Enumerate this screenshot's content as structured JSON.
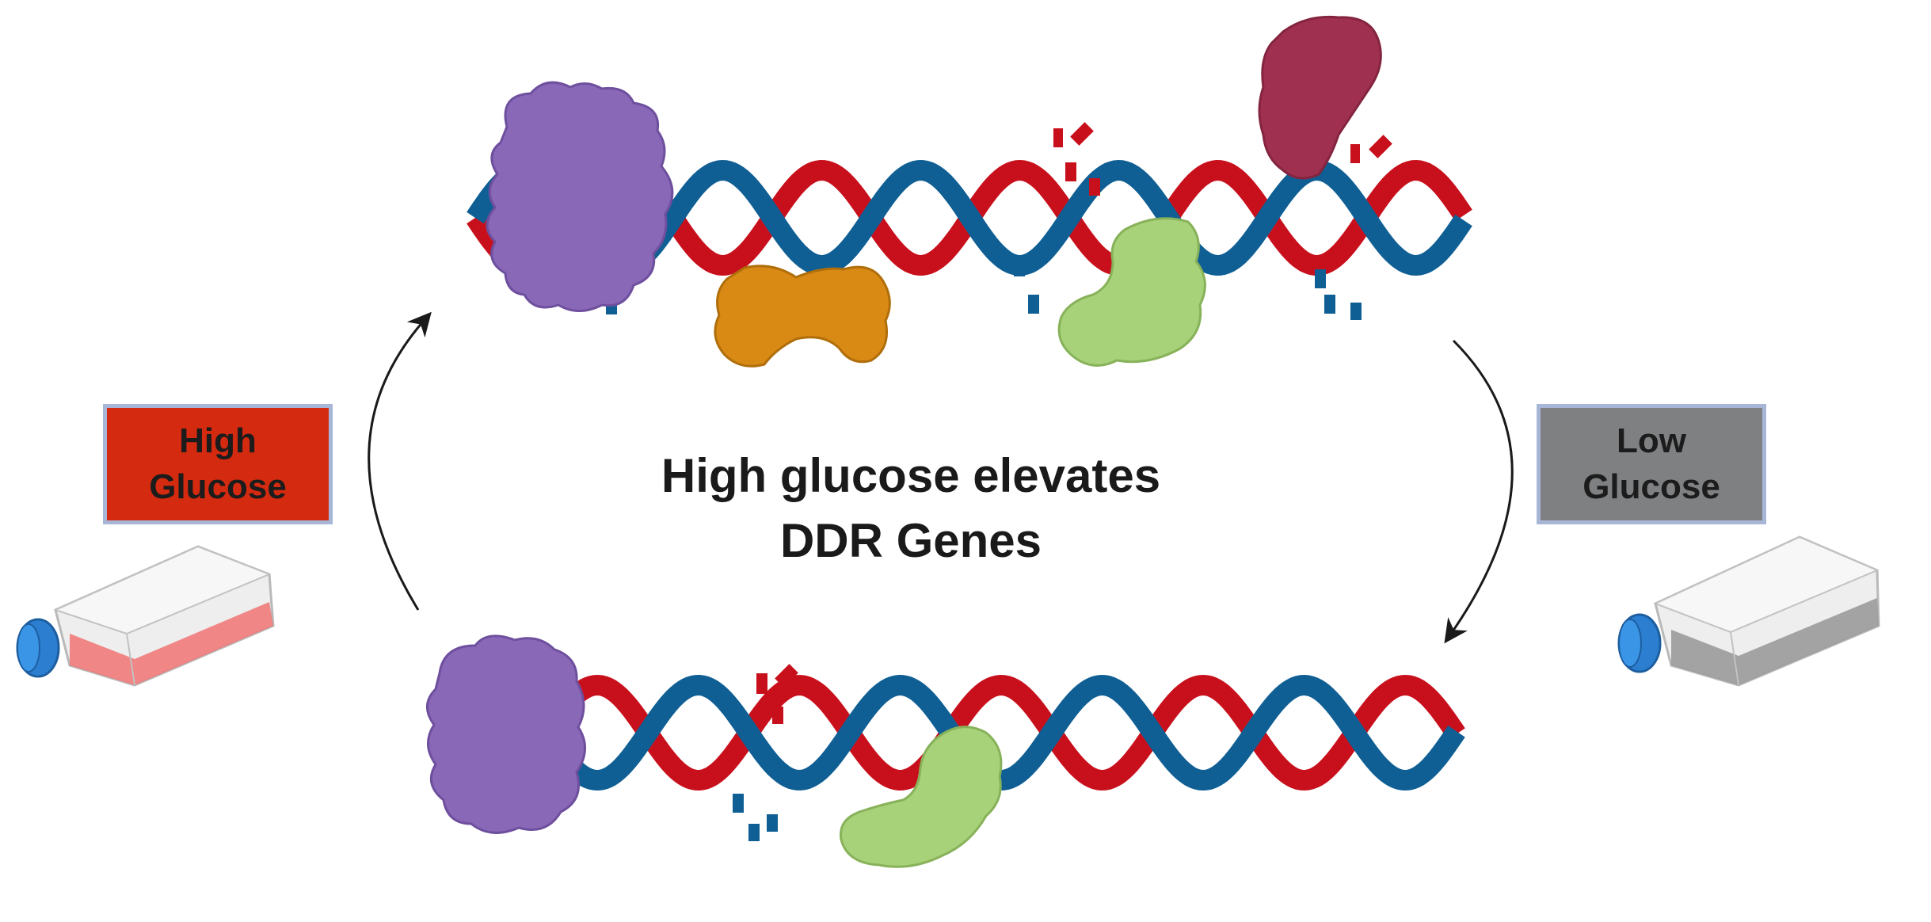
{
  "colors": {
    "high_box_fill": "#d42a10",
    "low_box_fill": "#7f8082",
    "dna_red": "#c8101c",
    "dna_blue": "#0f5f94",
    "protein_purple": "#8a68b8",
    "protein_orange": "#d98a14",
    "protein_green": "#a8d27a",
    "protein_maroon": "#a03050",
    "flask_cap": "#2c7fd0",
    "flask_liquid_high": "#f07a7a",
    "flask_liquid_low": "#9a9a9a"
  },
  "labels": {
    "high_glucose": [
      "High",
      "Glucose"
    ],
    "low_glucose": [
      "Low",
      "Glucose"
    ],
    "center_title": [
      "High glucose elevates",
      "DDR Genes"
    ]
  },
  "icons": {
    "left_flask": "culture-flask-icon",
    "right_flask": "culture-flask-icon",
    "arrow_up": "curved-arrow-up-icon",
    "arrow_down": "curved-arrow-down-icon",
    "top_dna": "damaged-dna-helix-icon",
    "bottom_dna": "damaged-dna-helix-icon",
    "proteins": [
      "purple-repair-protein-icon",
      "orange-repair-protein-icon",
      "green-repair-protein-icon",
      "maroon-repair-protein-icon"
    ]
  }
}
